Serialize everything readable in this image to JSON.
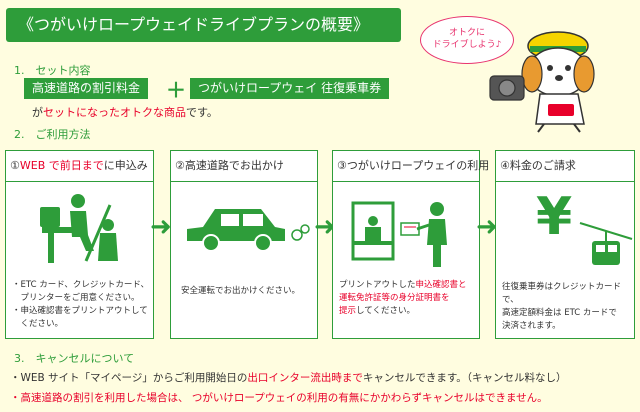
{
  "title": "《つがいけロープウェイドライブプランの概要》",
  "section1": {
    "heading": "1.　セット内容",
    "item_a": "高速道路の割引料金",
    "plus": "＋",
    "item_b": "つがいけロープウェイ 往復乗車券",
    "note_pre": "が",
    "note_red": "セットになったオトクな商品",
    "note_post": "です。"
  },
  "section2": {
    "heading": "2.　ご利用方法"
  },
  "steps": [
    {
      "head_num": "①",
      "head_red": "WEB で前日まで",
      "head_rest": "に申込み",
      "body": [
        "・ETC カード、クレジットカード、",
        "　プリンターをご用意ください。",
        "・申込確認書をプリントアウトして",
        "　ください。"
      ]
    },
    {
      "head": "②高速道路でお出かけ",
      "body": [
        "安全運転でお出かけください。"
      ]
    },
    {
      "head": "③つがいけロープウェイの利用",
      "body_pre": "プリントアウトした",
      "body_red1": "申込確認書と",
      "body_red2": "運転免許証等の身分証明書を",
      "body_red3": "提示",
      "body_post": "してください。"
    },
    {
      "head": "④料金のご請求",
      "body": [
        "往復乗車券はクレジットカードで、",
        "高速定額料金は ETC カードで",
        "決済されます。"
      ],
      "yen": "¥"
    }
  ],
  "section3": {
    "heading": "3.　キャンセルについて",
    "line1_pre": "・WEB サイト「マイページ」からご利用開始日の",
    "line1_red": "出口インター流出時まで",
    "line1_post": "キャンセルできます。（キャンセル料なし）",
    "line2": "・高速道路の割引を利用した場合は、 つがいけロープウェイの利用の有無にかかわらずキャンセルはできません。"
  },
  "mascot": {
    "bubble": [
      "オトクに",
      "ドライブしよう♪"
    ]
  },
  "colors": {
    "green": "#2e9d3a",
    "red": "#e8002a",
    "background": "#fffde0"
  }
}
